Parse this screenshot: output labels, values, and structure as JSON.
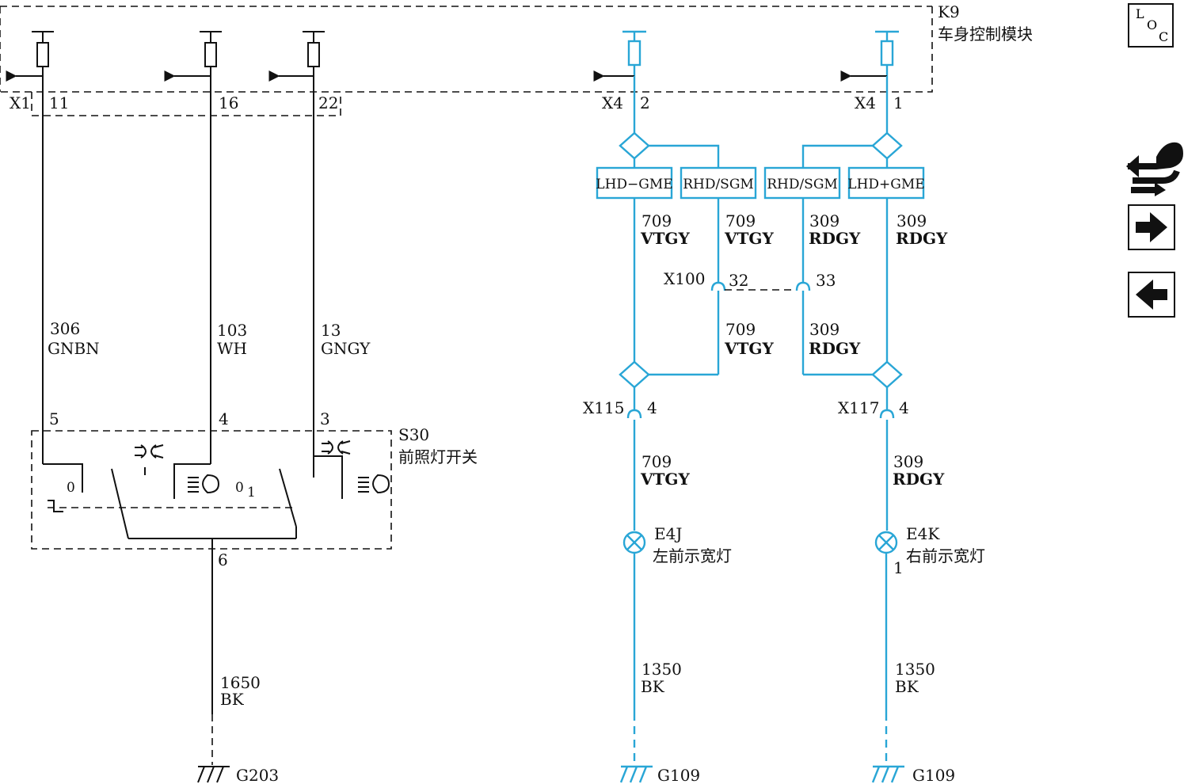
{
  "colors": {
    "wire_blue": "#29a6d6",
    "ink": "#111111"
  },
  "module_k9": {
    "id": "K9",
    "name": "车身控制模块"
  },
  "connectors": {
    "x1": "X1",
    "x4_left": "X4",
    "x4_right": "X4",
    "x100": "X100",
    "x115": "X115",
    "x117": "X117"
  },
  "pins": {
    "x1_11": "11",
    "x1_16": "16",
    "x1_22": "22",
    "x4_2": "2",
    "x4_1": "1",
    "x100_32": "32",
    "x100_33": "33",
    "x115_4": "4",
    "x117_4": "4",
    "s30_5": "5",
    "s30_4": "4",
    "s30_3": "3",
    "s30_6": "6",
    "e4k_1": "1"
  },
  "variant_boxes": [
    "LHD−GME",
    "RHD/SGM",
    "RHD/SGM",
    "LHD+GME"
  ],
  "wires": {
    "w306": {
      "num": "306",
      "color": "GNBN"
    },
    "w103": {
      "num": "103",
      "color": "WH"
    },
    "w13": {
      "num": "13",
      "color": "GNGY"
    },
    "w709_a": {
      "num": "709",
      "color": "VTGY"
    },
    "w709_b": {
      "num": "709",
      "color": "VTGY"
    },
    "w309_a": {
      "num": "309",
      "color": "RDGY"
    },
    "w309_b": {
      "num": "309",
      "color": "RDGY"
    },
    "w709_c": {
      "num": "709",
      "color": "VTGY"
    },
    "w309_c": {
      "num": "309",
      "color": "RDGY"
    },
    "w709_d": {
      "num": "709",
      "color": "VTGY"
    },
    "w309_d": {
      "num": "309",
      "color": "RDGY"
    },
    "w1650": {
      "num": "1650",
      "color": "BK"
    },
    "w1350_l": {
      "num": "1350",
      "color": "BK"
    },
    "w1350_r": {
      "num": "1350",
      "color": "BK"
    }
  },
  "switch_s30": {
    "id": "S30",
    "name": "前照灯开关",
    "pos_off_1": "0",
    "pos_off_2": "0",
    "pos_1": "1"
  },
  "lamps": {
    "e4j": {
      "id": "E4J",
      "name": "左前示宽灯"
    },
    "e4k": {
      "id": "E4K",
      "name": "右前示宽灯"
    }
  },
  "grounds": {
    "g203": "G203",
    "g109_l": "G109",
    "g109_r": "G109"
  },
  "loc_box": {
    "l1": "L",
    "l2": "O",
    "l3": "C"
  },
  "nav_icons": [
    "connector-switch-icon",
    "arrow-right-icon",
    "arrow-left-icon"
  ]
}
